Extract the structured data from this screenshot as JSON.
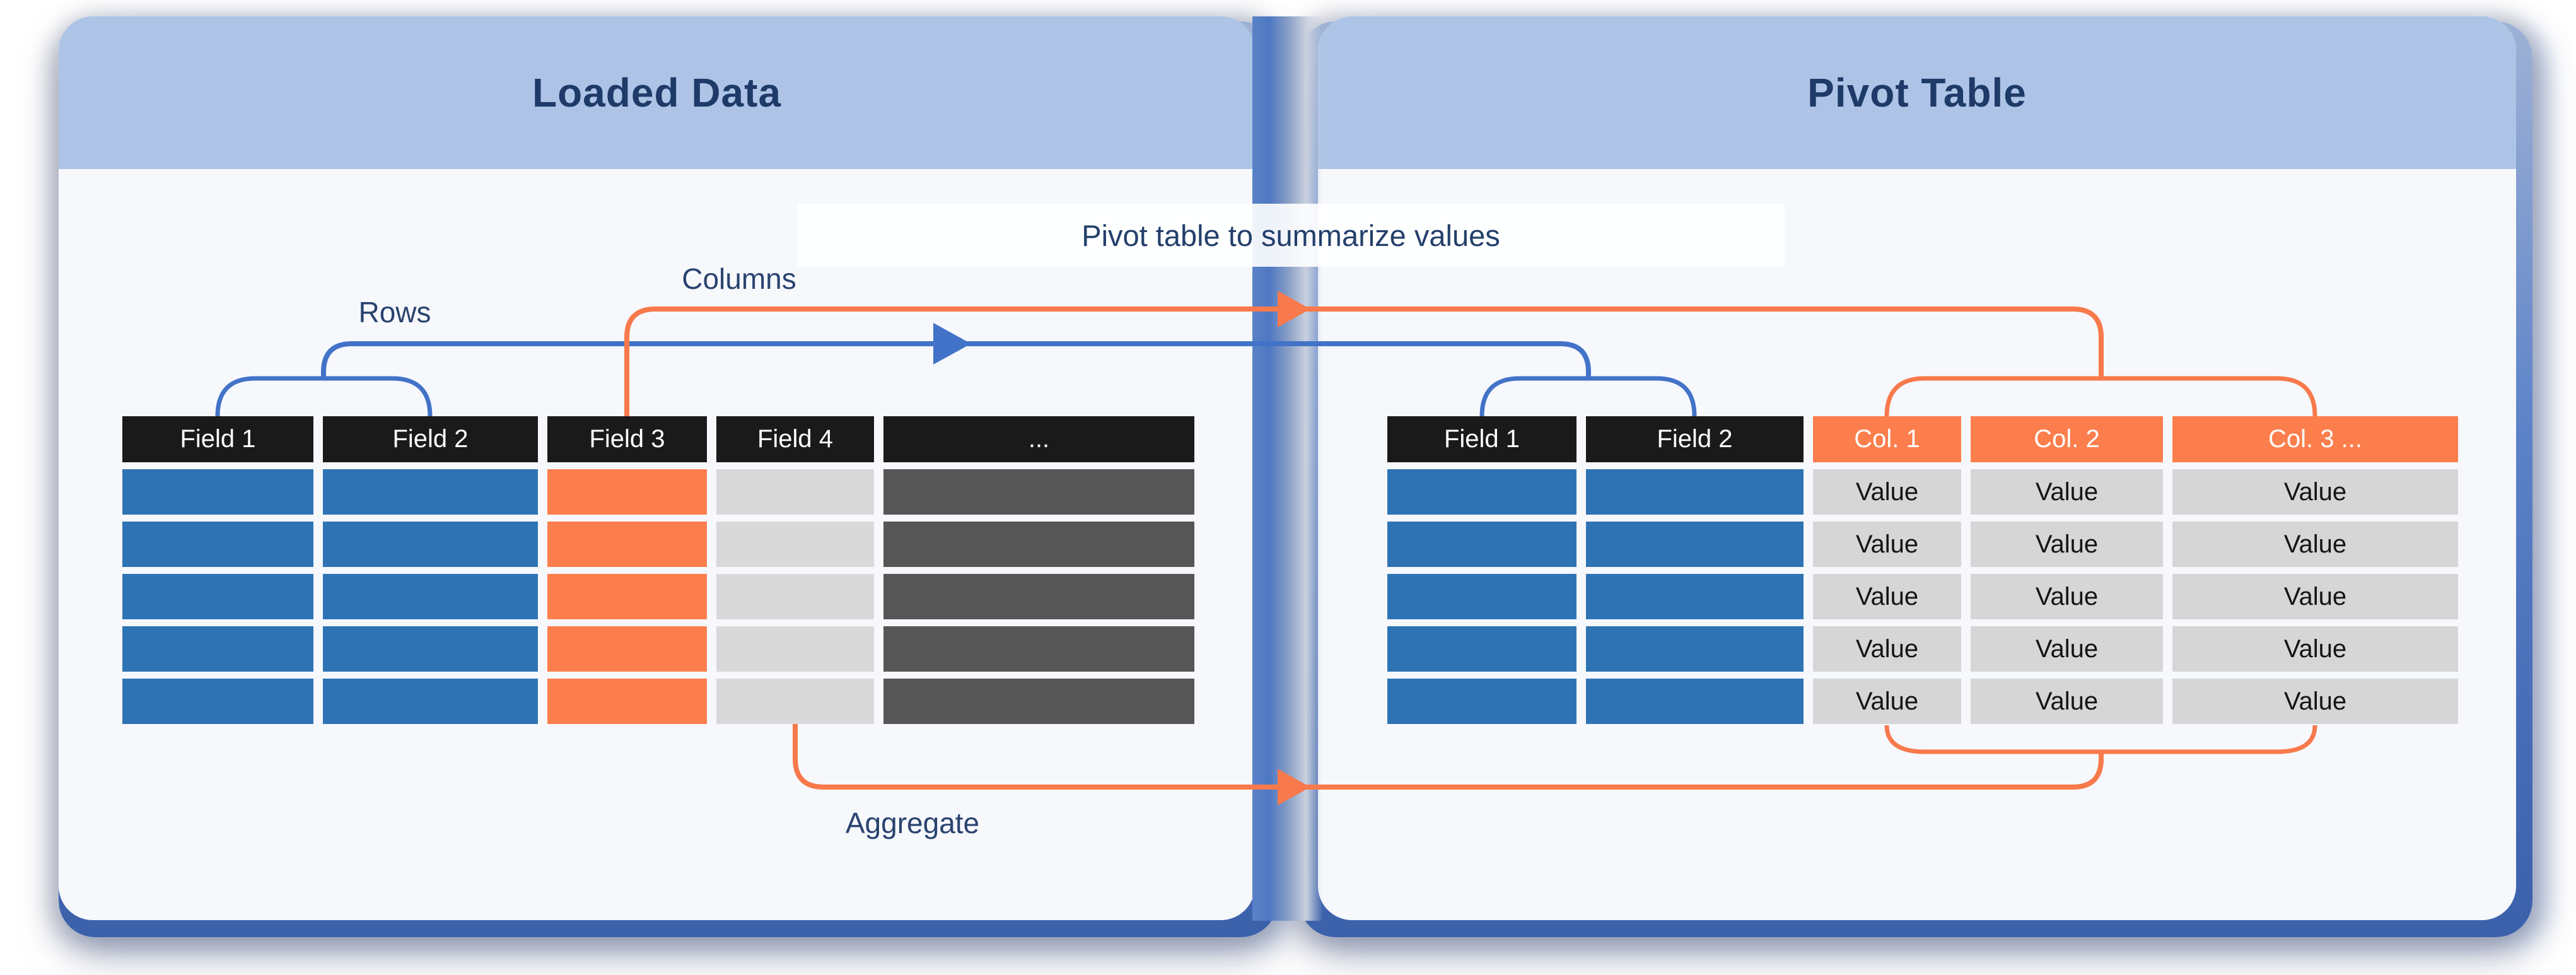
{
  "left_panel": {
    "title": "Loaded Data",
    "table": {
      "headers": [
        {
          "label": "Field 1",
          "header_style": "black",
          "cell_style": "blue",
          "cell_text": ""
        },
        {
          "label": "Field 2",
          "header_style": "black",
          "cell_style": "blue",
          "cell_text": ""
        },
        {
          "label": "Field 3",
          "header_style": "black",
          "cell_style": "orange",
          "cell_text": ""
        },
        {
          "label": "Field 4",
          "header_style": "black",
          "cell_style": "lightgray",
          "cell_text": ""
        },
        {
          "label": "...",
          "header_style": "black",
          "cell_style": "darkgray",
          "cell_text": ""
        }
      ],
      "row_count": 5
    }
  },
  "right_panel": {
    "title": "Pivot Table",
    "table": {
      "headers": [
        {
          "label": "Field 1",
          "header_style": "black",
          "cell_style": "blue",
          "cell_text": ""
        },
        {
          "label": "Field 2",
          "header_style": "black",
          "cell_style": "blue",
          "cell_text": ""
        },
        {
          "label": "Col. 1",
          "header_style": "orange",
          "cell_style": "value",
          "cell_text": "Value"
        },
        {
          "label": "Col. 2",
          "header_style": "orange",
          "cell_style": "value",
          "cell_text": "Value"
        },
        {
          "label": "Col. 3 ...",
          "header_style": "orange",
          "cell_style": "value",
          "cell_text": "Value"
        }
      ],
      "row_count": 5
    }
  },
  "annotations": {
    "banner": "Pivot table to summarize values",
    "rows": "Rows",
    "columns": "Columns",
    "aggregate": "Aggregate"
  },
  "colors": {
    "panel_background": "#f6f8fc",
    "header_band": "#adc4e6",
    "title_text": "#1e3a68",
    "black_header": "#1a1a1a",
    "blue_cell": "#2e74b4",
    "orange": "#fd7e4d",
    "light_gray_cell": "#d9d9d9",
    "dark_gray_cell": "#565656",
    "value_cell": "#d6d6d6",
    "blue_connector": "#4273c8",
    "orange_connector": "#f8794b",
    "plate_blue": "#4e76c0",
    "label_text": "#2a436f"
  }
}
